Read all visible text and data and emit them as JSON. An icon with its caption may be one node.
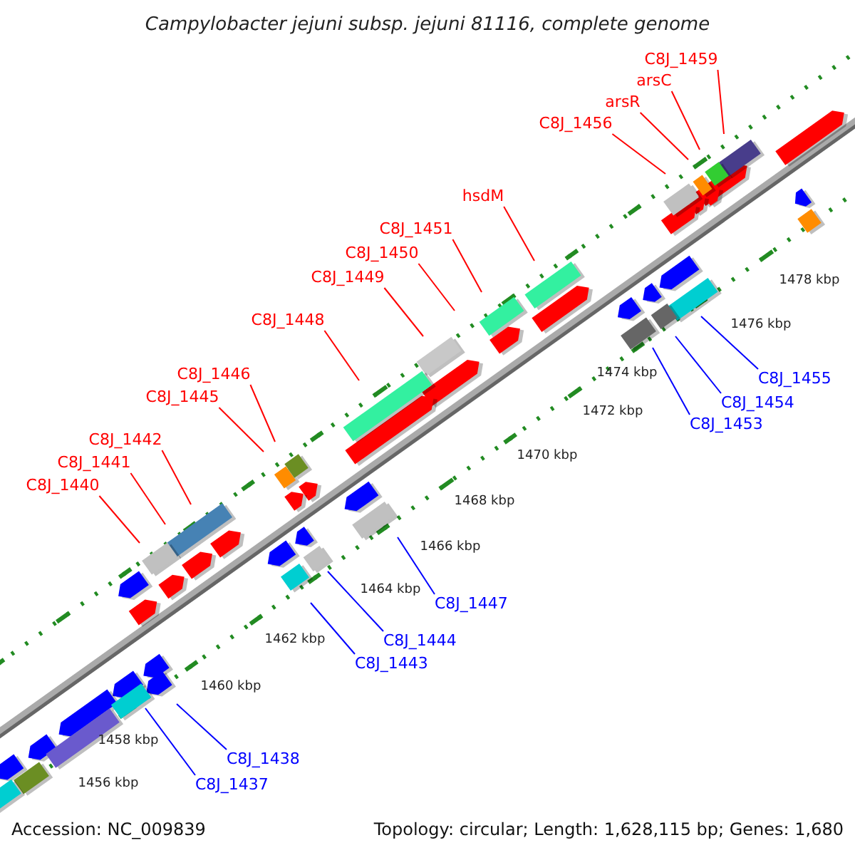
{
  "diagram": {
    "title": "Campylobacter jejuni subsp. jejuni 81116, complete genome",
    "nodes": [
      {
        "text": [
          "C8J_1459"
        ]
      },
      {
        "text": [
          "arsC"
        ]
      },
      {
        "text": [
          "arsR"
        ]
      },
      {
        "text": [
          "C8J_1456"
        ]
      },
      {
        "text": [
          "hsdM"
        ]
      },
      {
        "text": [
          "C8J_1451"
        ]
      },
      {
        "text": [
          "C8J_1450"
        ]
      },
      {
        "text": [
          "C8J_1449"
        ]
      },
      {
        "text": [
          "C8J_1448"
        ]
      },
      {
        "text": [
          "C8J_1446"
        ]
      },
      {
        "text": [
          "C8J_1455"
        ]
      },
      {
        "text": [
          "C8J_1445"
        ]
      },
      {
        "text": [
          "C8J_1454"
        ]
      },
      {
        "text": [
          "C8J_1453"
        ]
      },
      {
        "text": [
          "C8J_1442"
        ]
      },
      {
        "text": [
          "C8J_1441"
        ]
      },
      {
        "text": [
          "C8J_1440"
        ]
      },
      {
        "text": [
          "C8J_1447"
        ]
      },
      {
        "text": [
          "C8J_1444"
        ]
      },
      {
        "text": [
          "C8J_1443"
        ]
      },
      {
        "text": [
          "C8J_1438"
        ]
      },
      {
        "text": [
          "C8J_1437"
        ]
      }
    ],
    "edges": [
      {
        "from": 0,
        "to": null,
        "arrow": "none"
      },
      {
        "from": 1,
        "to": null,
        "arrow": "none"
      },
      {
        "from": 2,
        "to": null,
        "arrow": "none"
      },
      {
        "from": 3,
        "to": null,
        "arrow": "none"
      },
      {
        "from": 4,
        "to": null,
        "arrow": "none"
      },
      {
        "from": 5,
        "to": null,
        "arrow": "none"
      },
      {
        "from": 6,
        "to": null,
        "arrow": "none"
      },
      {
        "from": 7,
        "to": null,
        "arrow": "none"
      },
      {
        "from": 8,
        "to": null,
        "arrow": "none"
      },
      {
        "from": 9,
        "to": null,
        "arrow": "none"
      },
      {
        "from": 10,
        "to": null,
        "arrow": "none",
        "color": "#0000ff"
      },
      {
        "from": 11,
        "to": null,
        "arrow": "none"
      },
      {
        "from": 12,
        "to": null,
        "arrow": "none",
        "color": "#0000ff"
      },
      {
        "from": 13,
        "to": null,
        "arrow": "none",
        "color": "#0000ff"
      },
      {
        "from": 14,
        "to": null,
        "arrow": "none"
      },
      {
        "from": 15,
        "to": null,
        "arrow": "none"
      },
      {
        "from": 16,
        "to": null,
        "arrow": "none"
      },
      {
        "from": 17,
        "to": null,
        "arrow": "none",
        "color": "#0000ff"
      },
      {
        "from": 18,
        "to": null,
        "arrow": "none",
        "color": "#0000ff"
      },
      {
        "from": 19,
        "to": null,
        "arrow": "none",
        "color": "#0000ff"
      },
      {
        "from": 20,
        "to": null,
        "arrow": "none",
        "color": "#0000ff"
      },
      {
        "from": 21,
        "to": null,
        "arrow": "none",
        "color": "#0000ff"
      }
    ],
    "labels": [
      "1478 kbp",
      "1476 kbp",
      "1474 kbp",
      "1472 kbp",
      "1470 kbp",
      "1468 kbp",
      "1466 kbp",
      "1464 kbp",
      "1462 kbp",
      "1460 kbp",
      "1458 kbp",
      "1456 kbp",
      "Accession: NC_009839",
      "Topology: circular; Length: 1,628,115 bp; Genes: 1,680"
    ]
  }
}
